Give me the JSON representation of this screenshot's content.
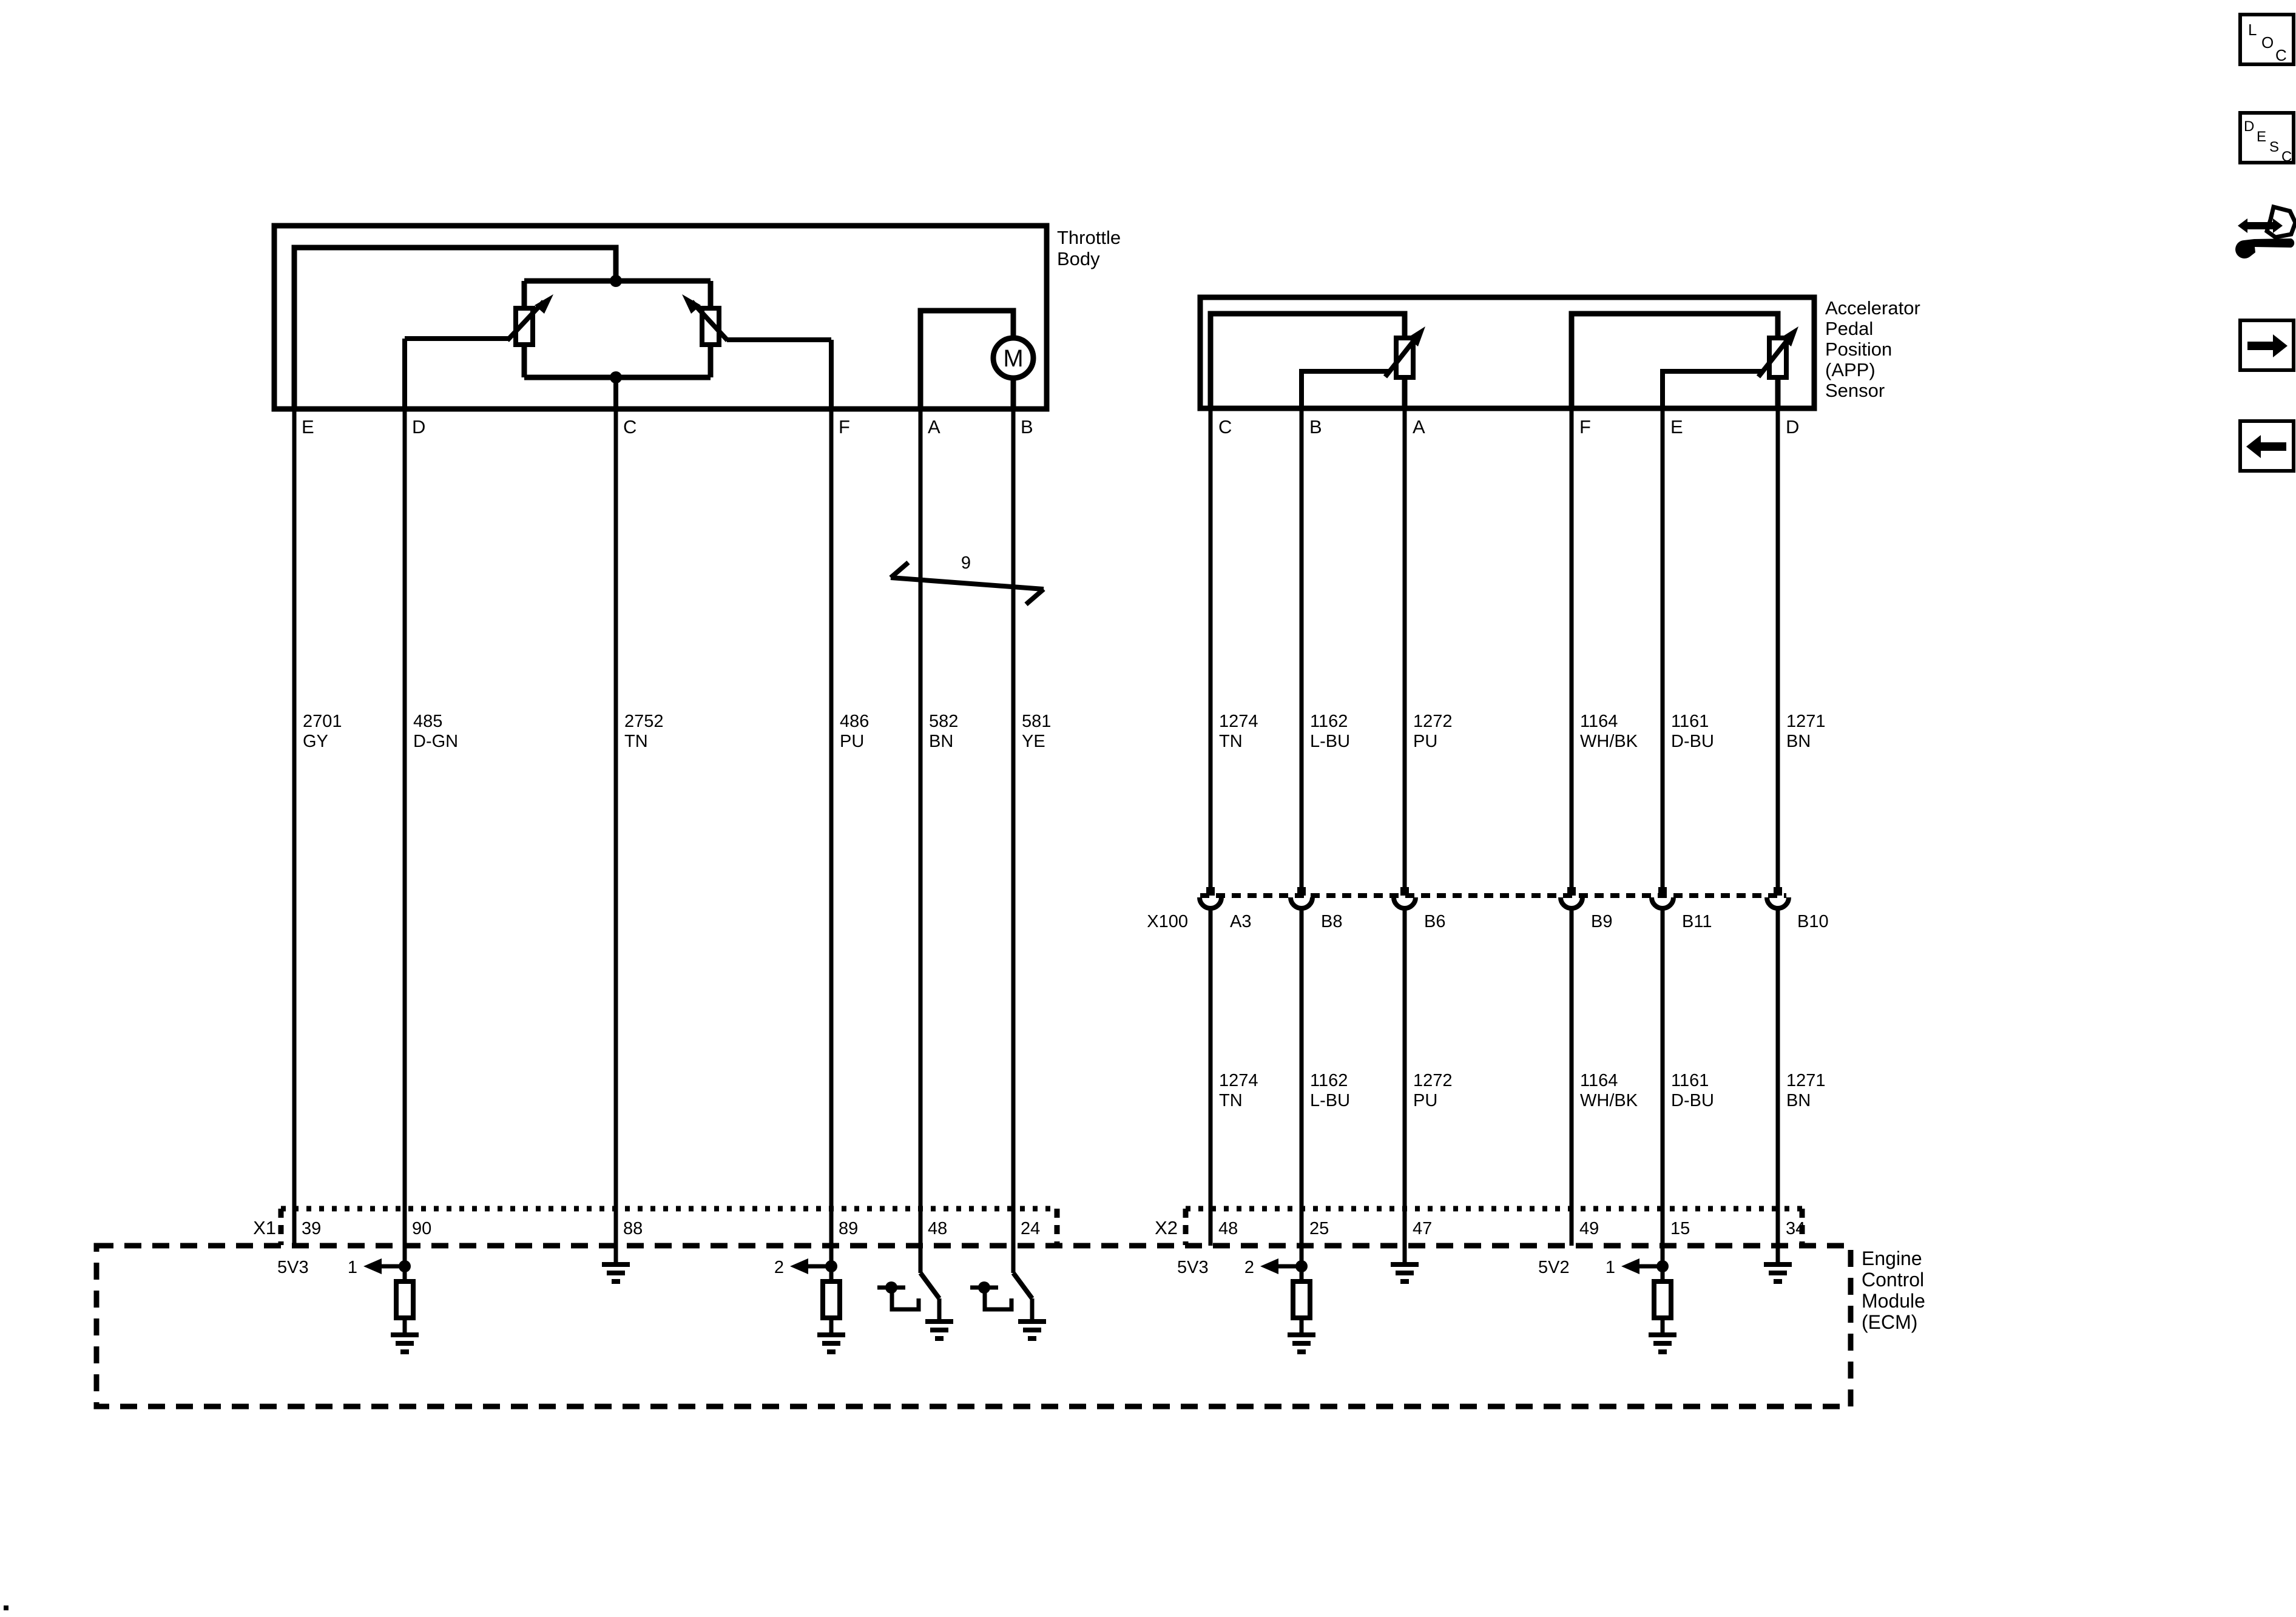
{
  "page": {
    "background": "#ffffff",
    "ink": "#000000"
  },
  "nav_icons": {
    "loc": [
      "L",
      "O",
      "C"
    ],
    "desc": [
      "D",
      "E",
      "S",
      "C"
    ],
    "tools": "wrench-arrows-icon",
    "forward": "right-arrow",
    "back": "left-arrow"
  },
  "throttle_body": {
    "label_lines": [
      "Throttle",
      "Body"
    ],
    "motor_label": "M",
    "pins": [
      "E",
      "D",
      "C",
      "F",
      "A",
      "B"
    ],
    "harness_count": "9",
    "wires": [
      {
        "pin": "E",
        "circuit": "2701",
        "color": "GY",
        "x1_pin": "39"
      },
      {
        "pin": "D",
        "circuit": "485",
        "color": "D-GN",
        "x1_pin": "90"
      },
      {
        "pin": "C",
        "circuit": "2752",
        "color": "TN",
        "x1_pin": "88"
      },
      {
        "pin": "F",
        "circuit": "486",
        "color": "PU",
        "x1_pin": "89"
      },
      {
        "pin": "A",
        "circuit": "582",
        "color": "BN",
        "x1_pin": "48"
      },
      {
        "pin": "B",
        "circuit": "581",
        "color": "YE",
        "x1_pin": "24"
      }
    ]
  },
  "app_sensor": {
    "label_lines": [
      "Accelerator",
      "Pedal",
      "Position",
      "(APP)",
      "Sensor"
    ],
    "pins": [
      "C",
      "B",
      "A",
      "F",
      "E",
      "D"
    ],
    "wires": [
      {
        "pin": "C",
        "circuit": "1274",
        "color": "TN",
        "x100_pin": "A3",
        "x2_pin": "48"
      },
      {
        "pin": "B",
        "circuit": "1162",
        "color": "L-BU",
        "x100_pin": "B8",
        "x2_pin": "25"
      },
      {
        "pin": "A",
        "circuit": "1272",
        "color": "PU",
        "x100_pin": "B6",
        "x2_pin": "47"
      },
      {
        "pin": "F",
        "circuit": "1164",
        "color": "WH/BK",
        "x100_pin": "B9",
        "x2_pin": "49"
      },
      {
        "pin": "E",
        "circuit": "1161",
        "color": "D-BU",
        "x100_pin": "B11",
        "x2_pin": "15"
      },
      {
        "pin": "D",
        "circuit": "1271",
        "color": "BN",
        "x100_pin": "B10",
        "x2_pin": "34"
      }
    ]
  },
  "connectors": {
    "x1": "X1",
    "x2": "X2",
    "x100": "X100"
  },
  "ecm": {
    "label_lines": [
      "Engine",
      "Control",
      "Module",
      "(ECM)"
    ],
    "left": {
      "ref_5v": "5V3",
      "ref1": "1",
      "ref2": "2"
    },
    "right": {
      "ref_5v3": "5V3",
      "ref2": "2",
      "ref_5v2": "5V2",
      "ref1": "1"
    }
  }
}
